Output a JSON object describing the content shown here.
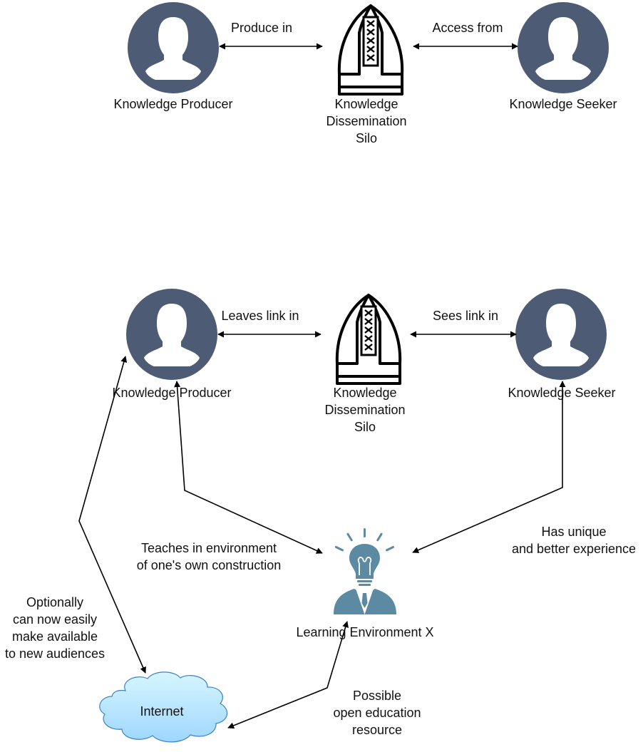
{
  "colors": {
    "person_fill": "#4d5b74",
    "edge": "#000000",
    "cloud_top": "#d6f6ff",
    "cloud_bottom": "#9fd6ff",
    "cloud_stroke": "#3b82c4",
    "learning_env": "#5d8aa3"
  },
  "icons": {
    "person": "person-avatar-icon",
    "silo": "mitre-silo-icon",
    "learning_environment": "lightbulb-head-person-icon",
    "internet": "cloud-icon"
  },
  "top": {
    "producer_label": "Knowledge Producer",
    "silo_label": [
      "Knowledge",
      "Dissemination",
      "Silo"
    ],
    "seeker_label": "Knowledge Seeker",
    "edge_produce": "Produce in",
    "edge_access": "Access from"
  },
  "bottom": {
    "producer_label": "Knowledge Producer",
    "silo_label": [
      "Knowledge",
      "Dissemination",
      "Silo"
    ],
    "seeker_label": "Knowledge Seeker",
    "edge_leaves": "Leaves link in",
    "edge_sees": "Sees link in",
    "teaches": [
      "Teaches in environment",
      "of one's own construction"
    ],
    "has_unique": [
      "Has unique",
      "and better experience"
    ],
    "optionally": [
      "Optionally",
      "can now easily",
      "make available",
      "to new audiences"
    ],
    "learning_env_label": "Learning Environment X",
    "internet_label": "Internet",
    "possible": [
      "Possible",
      "open education",
      "resource"
    ]
  }
}
